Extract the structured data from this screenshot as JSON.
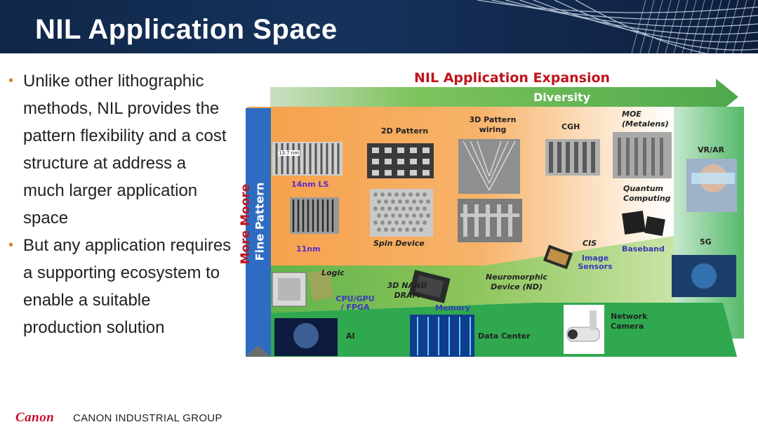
{
  "title": "NIL Application Space",
  "bullets": [
    "Unlike other lithographic methods, NIL provides the pattern flexibility and a cost structure at address a much larger application space",
    "But any application requires a supporting ecosystem to enable a suitable production solution"
  ],
  "footer": {
    "logo": "Canon",
    "group": "CANON INDUSTRIAL GROUP"
  },
  "diagram": {
    "expansion_title": "NIL Application Expansion",
    "diversity": "Diversity",
    "more_moore": "More Moore",
    "fine_pattern": "Fine Pattern",
    "scale_bar": "13.7 nm",
    "labels": {
      "ls14": "14nm LS",
      "nm11": "11nm",
      "pattern2d": "2D Pattern",
      "spin": "Spin Device",
      "pattern3d": "3D Pattern wiring",
      "cgh": "CGH",
      "moe": "MOE (Metalens)",
      "quantum": "Quantum Computing",
      "baseband": "Baseband",
      "vrar": "VR/AR",
      "g5": "5G",
      "cis": "CIS",
      "image_sensors": "Image Sensors",
      "logic": "Logic",
      "cpu": "CPU/GPU / FPGA",
      "nand": "3D NAND DRAM",
      "memory": "Memory",
      "neuro": "Neuromorphic Device (ND)",
      "ai": "AI",
      "dc": "Data Center",
      "netcam": "Network Camera"
    }
  },
  "colors": {
    "header_bg": "#16325c",
    "orange": "#f7a849",
    "green": "#3aa84a",
    "blue": "#2d6cc0",
    "red_title": "#c0141c",
    "bullet": "#d9822b",
    "canon_red": "#c8102e"
  }
}
